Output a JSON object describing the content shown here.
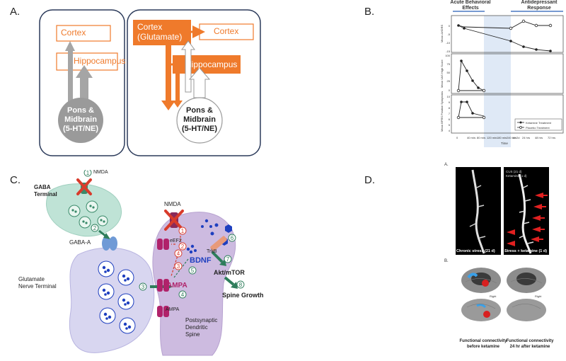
{
  "panel_labels": {
    "a": "A.",
    "b": "B.",
    "c": "C.",
    "d": "D."
  },
  "panel_a": {
    "left": {
      "cortex": "Cortex",
      "hippocampus": "Hippocampus",
      "pons_line1": "Pons &",
      "pons_line2": "Midbrain",
      "pons_line3": "(5-HT/NE)"
    },
    "right": {
      "cortex_glut_line1": "Cortex",
      "cortex_glut_line2": "(Glutamate)",
      "cortex": "Cortex",
      "hippocampus": "Hippocampus",
      "pons_line1": "Pons &",
      "pons_line2": "Midbrain",
      "pons_line3": "(5-HT/NE)"
    },
    "colors": {
      "orange": "#ef7a2b",
      "navy": "#2b3a5a",
      "gray": "#a5a5a5"
    }
  },
  "panel_b": {
    "header_left_line1": "Acute Behavioral",
    "header_left_line2": "Effects",
    "header_right_line1": "Antidepressant",
    "header_right_line2": "Response",
    "top_ylabel": "Mean ΔHDRS",
    "mid_ylabel": "Mean VAS High Score",
    "bot_ylabel": "Mean BPRS Positive Symptoms",
    "x_ticks": [
      "0",
      "40 min.",
      "80 min.",
      "120 min.",
      "180 min.",
      "240 min.",
      "1d",
      "2d",
      "24 hrs",
      "48 hrs",
      "72 hrs"
    ],
    "xlabel": "Time",
    "legend": [
      "Ketamine Treatment",
      "Placebo Treatment"
    ],
    "top_yticks": [
      "0",
      "-5",
      "-10",
      "-15"
    ],
    "mid_yticks": [
      "100",
      "75",
      "50",
      "25",
      "0"
    ],
    "bot_yticks": [
      "10",
      "9",
      "8",
      "7",
      "6",
      "5",
      "4"
    ]
  },
  "panel_c": {
    "nmda_top": "NMDA",
    "gaba_terminal_line1": "GABA",
    "gaba_terminal_line2": "Terminal",
    "gaba_a": "GABA-A",
    "glut_line1": "Glutamate",
    "glut_line2": "Nerve Terminal",
    "nmda_post": "NMDA",
    "eef2": "eEF2",
    "trkb": "TrkB",
    "bdnf": "BDNF",
    "akt": "Akt/mTOR",
    "spine_growth": "Spine Growth",
    "ampa_big": "AMPA",
    "ampa_small": "AMPA",
    "post_line1": "Postsynaptic",
    "post_line2": "Dendritic",
    "post_line3": "Spine",
    "steps": [
      "1",
      "2",
      "3",
      "4",
      "5",
      "6",
      "7",
      "8"
    ],
    "colors": {
      "pink": "#c2185b",
      "blue": "#1e3fbf",
      "green": "#2e7d5b",
      "teal": "#bfe3d6",
      "lilac": "#cdbbe0"
    }
  },
  "panel_d": {
    "sub_a": "A.",
    "sub_b": "B.",
    "img_left": "Chronic stress (21 d)",
    "img_right": "Stress + ketamine (1 d)",
    "legend_line1": "CUS (21 d)",
    "legend_line2": "Ketamine (1 d)",
    "brain_label_right": "Right",
    "caption_left_line1": "Functional connectivity",
    "caption_left_line2": "before ketamine",
    "caption_right_line1": "Functional connectivity",
    "caption_right_line2": "24 hr after ketamine"
  }
}
